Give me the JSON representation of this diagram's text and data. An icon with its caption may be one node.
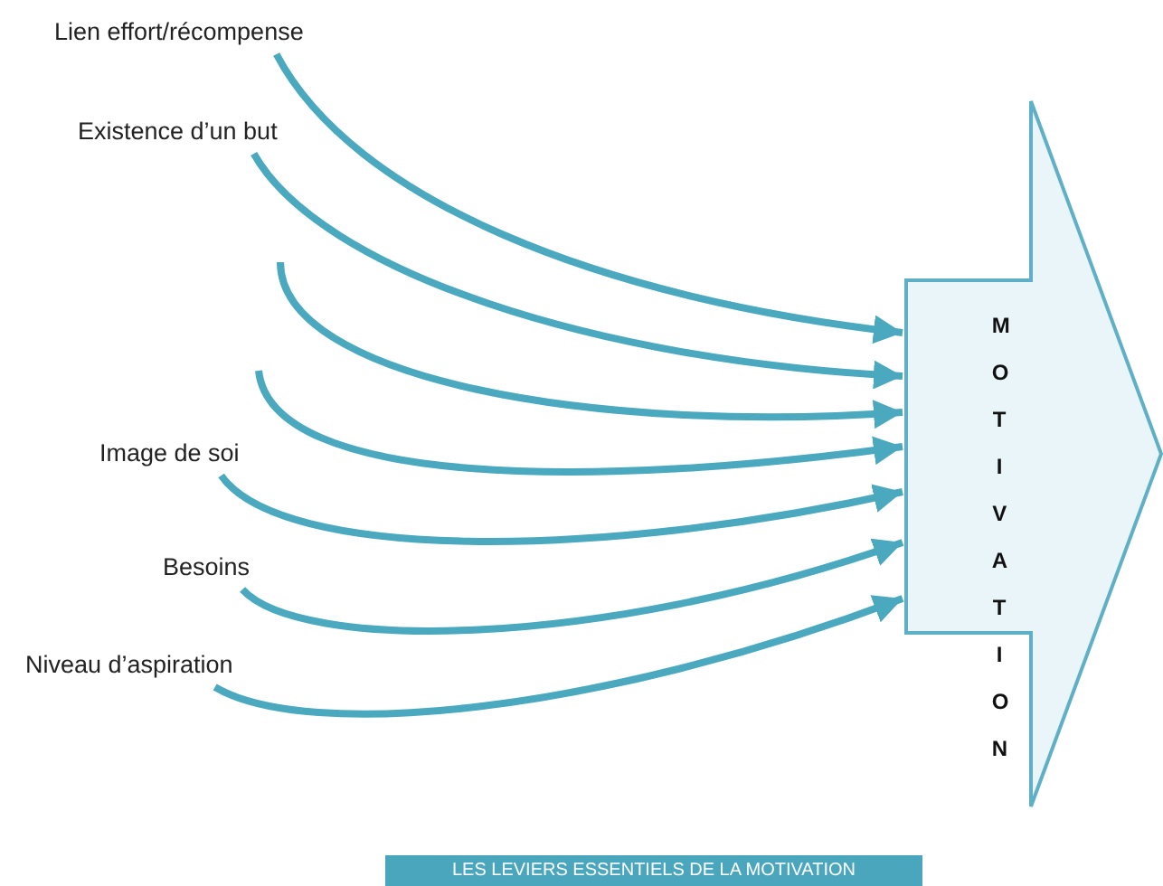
{
  "diagram": {
    "caption": "LES LEVIERS ESSENTIELS DE LA MOTIVATION",
    "nodes": [
      {
        "text": [
          "Lien effort/récompense"
        ]
      },
      {
        "text": [
          "Existence d’un but"
        ]
      },
      {
        "text": [
          "Image de soi"
        ]
      },
      {
        "text": [
          "Besoins"
        ]
      },
      {
        "text": [
          "Niveau d’aspiration"
        ]
      },
      {
        "text": [
          "MOTIVATION"
        ]
      }
    ],
    "edges": [
      {
        "from": 0,
        "to": 5,
        "arrow": "to"
      },
      {
        "from": 1,
        "to": 5,
        "arrow": "to"
      },
      {
        "from": null,
        "to": 5,
        "arrow": "to"
      },
      {
        "from": null,
        "to": 5,
        "arrow": "to"
      },
      {
        "from": 2,
        "to": 5,
        "arrow": "to"
      },
      {
        "from": 3,
        "to": 5,
        "arrow": "to"
      },
      {
        "from": 4,
        "to": 5,
        "arrow": "to"
      }
    ]
  }
}
